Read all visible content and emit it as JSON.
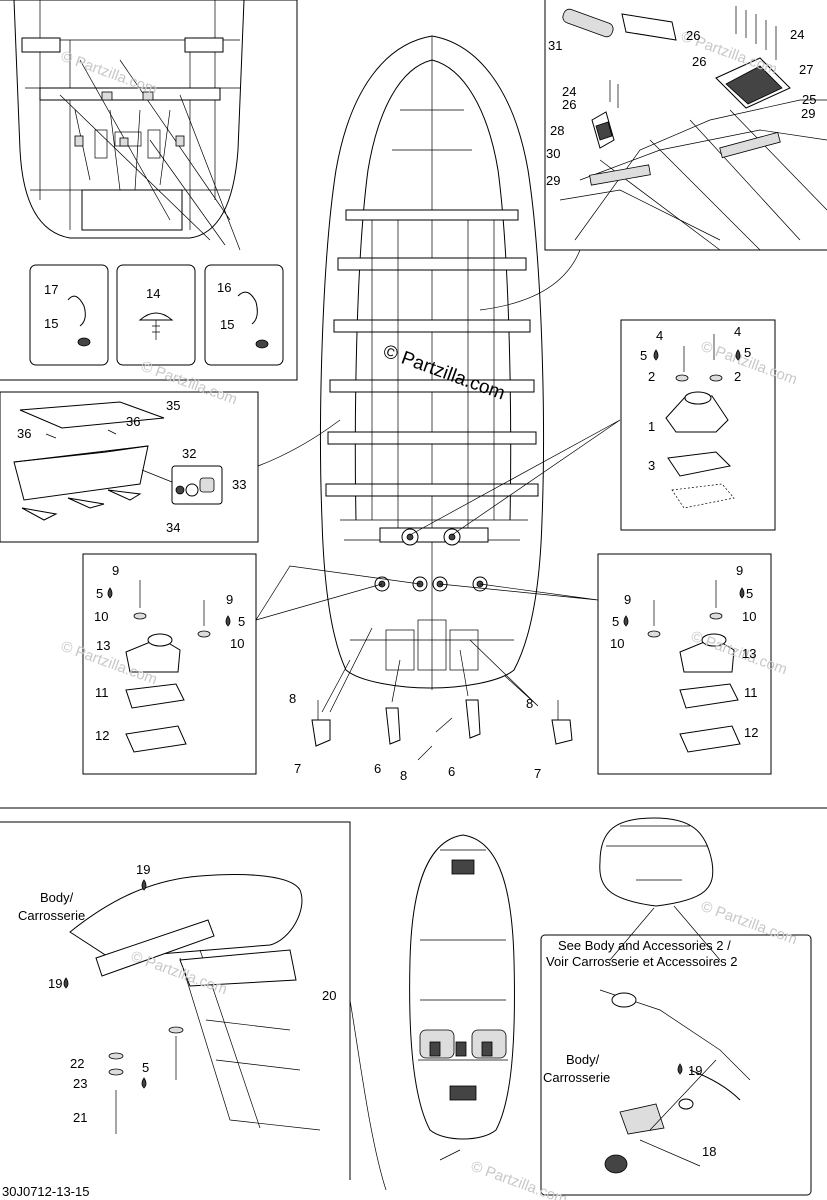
{
  "watermark": {
    "main": "© Partzilla.com",
    "faint": "© Partzilla.com"
  },
  "callouts": {
    "c17": "17",
    "c14": "14",
    "c16": "16",
    "c15a": "15",
    "c15b": "15",
    "c35": "35",
    "c36a": "36",
    "c36b": "36",
    "c32": "32",
    "c33": "33",
    "c34": "34",
    "c31": "31",
    "c26a": "26",
    "c26b": "26",
    "c26c": "26",
    "c24a": "24",
    "c24b": "24",
    "c27": "27",
    "c25": "25",
    "c28": "28",
    "c29a": "29",
    "c29b": "29",
    "c30": "30",
    "c4a": "4",
    "c4b": "4",
    "c5a": "5",
    "c5b": "5",
    "c2a": "2",
    "c2b": "2",
    "c1": "1",
    "c3": "3",
    "c9a": "9",
    "c9b": "9",
    "c5c": "5",
    "c5d": "5",
    "c10a": "10",
    "c10b": "10",
    "c13a": "13",
    "c11a": "11",
    "c12a": "12",
    "c9c": "9",
    "c9d": "9",
    "c5e": "5",
    "c5f": "5",
    "c10c": "10",
    "c10d": "10",
    "c13b": "13",
    "c11b": "11",
    "c12b": "12",
    "c8a": "8",
    "c8b": "8",
    "c8c": "8",
    "c7a": "7",
    "c7b": "7",
    "c6a": "6",
    "c6b": "6",
    "c19a": "19",
    "c19b": "19",
    "c20": "20",
    "c22": "22",
    "c23": "23",
    "c21": "21",
    "c5g": "5",
    "c19c": "19",
    "c18": "18"
  },
  "notes": {
    "body1_line1": "Body/",
    "body1_line2": "Carrosserie",
    "body2_line1": "Body/",
    "body2_line2": "Carrosserie",
    "see_line1": "See Body and Accessories 2 /",
    "see_line2": "Voir Carrosserie et Accessoires 2"
  },
  "footer": {
    "ref": "30J0712-13-15"
  }
}
